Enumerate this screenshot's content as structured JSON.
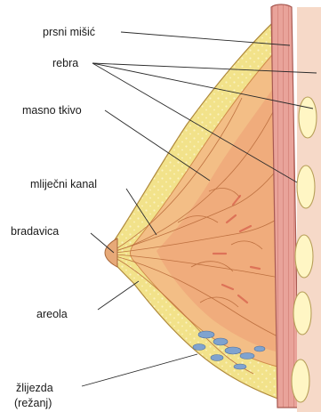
{
  "labels": {
    "pectoral_muscle": "prsni mišić",
    "ribs": "rebra",
    "fatty_tissue": "masno tkivo",
    "milk_duct": "mliječni kanal",
    "nipple": "bradavica",
    "areola": "areola",
    "gland_line1": "žlijezda",
    "gland_line2": "(režanj)"
  },
  "colors": {
    "fat": "#f2e28a",
    "fat_border": "#c9a84c",
    "gland": "#f0b77a",
    "muscle": "#e9a39a",
    "muscle_stripe": "#c96b63",
    "rib": "#fff6c4",
    "lobule": "#7fa3cf"
  }
}
